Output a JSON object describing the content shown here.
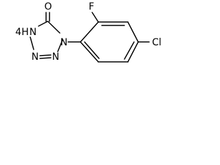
{
  "molecule": {
    "atoms": {
      "oxygen": "O",
      "nh": "4H",
      "n_upper": "N",
      "n_left": "N",
      "n_right": "N",
      "n_ring": "N",
      "fluorine": "F",
      "chlorine": "Cl"
    }
  }
}
